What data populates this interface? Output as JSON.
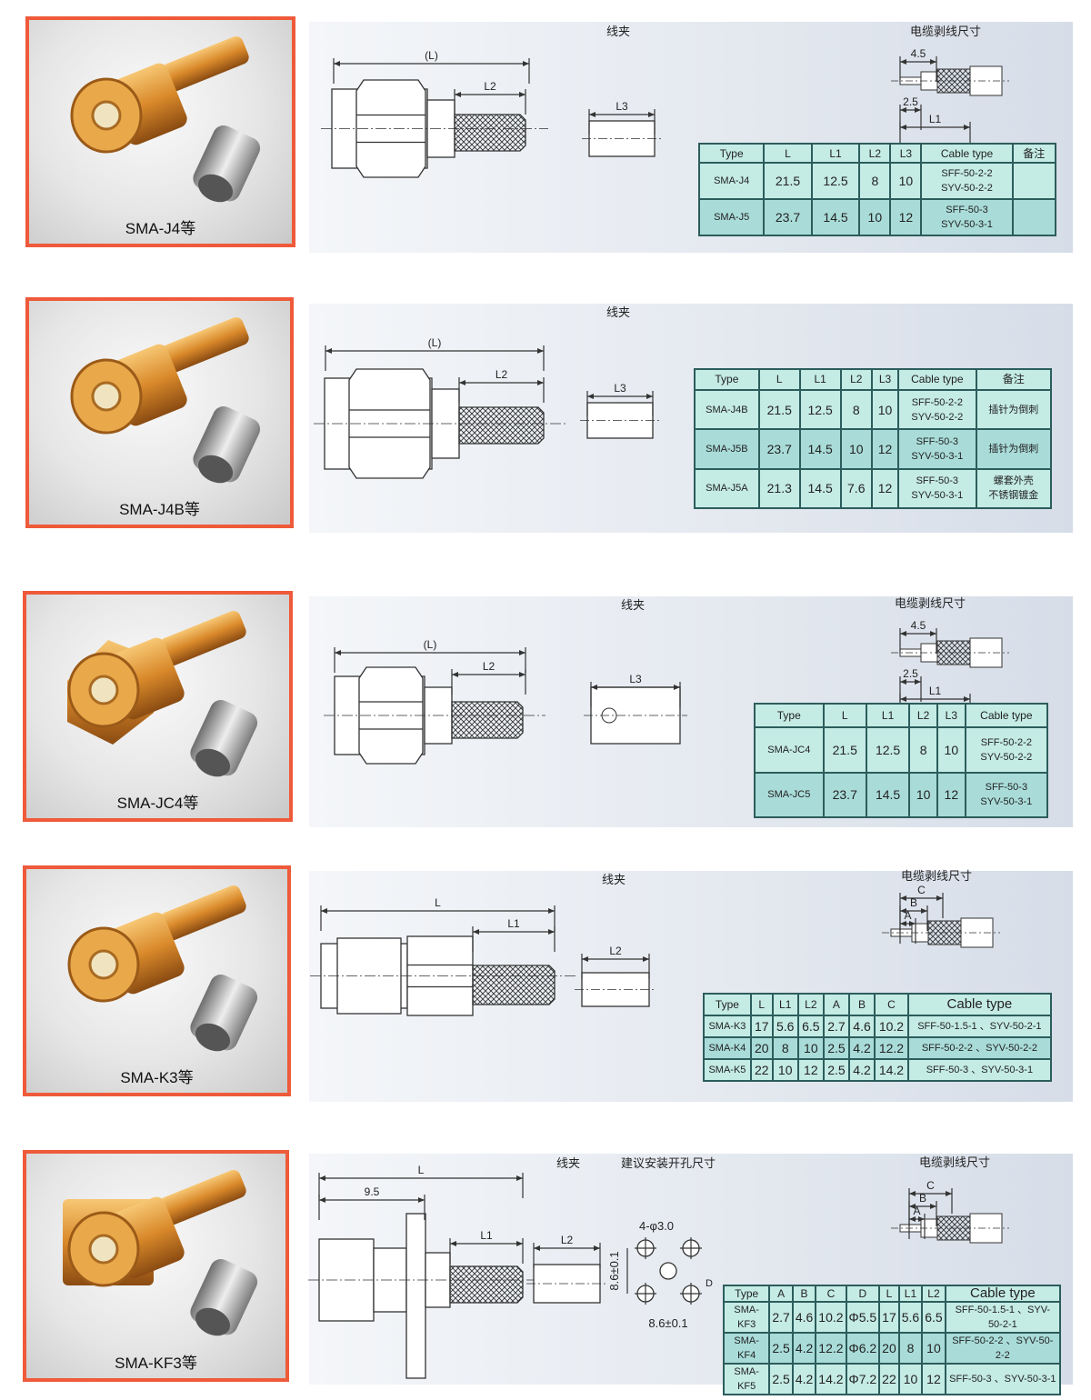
{
  "colors": {
    "frame": "#ee5a3a",
    "table_bg": "#c4ebe4",
    "table_alt": "#a9dcd9",
    "table_border": "#2c5d5c"
  },
  "sections": [
    {
      "caption": "SMA-J4等",
      "clip_label": "线夹",
      "strip_label": "电缆剥线尺寸",
      "dims": {
        "main": "(L)",
        "crimp": "L2",
        "clip": "L3"
      },
      "strip_dims": {
        "d1": "4.5",
        "d2": "2.5",
        "d3": "L1"
      },
      "table": {
        "headers": [
          "Type",
          "L",
          "L1",
          "L2",
          "L3",
          "Cable type",
          "备注"
        ],
        "rows": [
          [
            "SMA-J4",
            "21.5",
            "12.5",
            "8",
            "10",
            "SFF-50-2-2\nSYV-50-2-2",
            ""
          ],
          [
            "SMA-J5",
            "23.7",
            "14.5",
            "10",
            "12",
            "SFF-50-3\nSYV-50-3-1",
            ""
          ]
        ]
      }
    },
    {
      "caption": "SMA-J4B等",
      "clip_label": "线夹",
      "dims": {
        "main": "(L)",
        "crimp": "L2",
        "clip": "L3"
      },
      "table": {
        "headers": [
          "Type",
          "L",
          "L1",
          "L2",
          "L3",
          "Cable type",
          "备注"
        ],
        "rows": [
          [
            "SMA-J4B",
            "21.5",
            "12.5",
            "8",
            "10",
            "SFF-50-2-2\nSYV-50-2-2",
            "插针为倒刺"
          ],
          [
            "SMA-J5B",
            "23.7",
            "14.5",
            "10",
            "12",
            "SFF-50-3\nSYV-50-3-1",
            "插针为倒刺"
          ],
          [
            "SMA-J5A",
            "21.3",
            "14.5",
            "7.6",
            "12",
            "SFF-50-3\nSYV-50-3-1",
            "螺套外壳\n不锈钢镀金"
          ]
        ]
      }
    },
    {
      "caption": "SMA-JC4等",
      "clip_label": "线夹",
      "strip_label": "电缆剥线尺寸",
      "dims": {
        "main": "(L)",
        "crimp": "L2",
        "clip": "L3"
      },
      "strip_dims": {
        "d1": "4.5",
        "d2": "2.5",
        "d3": "L1"
      },
      "table": {
        "headers": [
          "Type",
          "L",
          "L1",
          "L2",
          "L3",
          "Cable type"
        ],
        "rows": [
          [
            "SMA-JC4",
            "21.5",
            "12.5",
            "8",
            "10",
            "SFF-50-2-2\nSYV-50-2-2"
          ],
          [
            "SMA-JC5",
            "23.7",
            "14.5",
            "10",
            "12",
            "SFF-50-3\nSYV-50-3-1"
          ]
        ]
      }
    },
    {
      "caption": "SMA-K3等",
      "clip_label": "线夹",
      "strip_label": "电缆剥线尺寸",
      "dims": {
        "main": "L",
        "crimp": "L1",
        "clip": "L2"
      },
      "strip_dims": {
        "d1": "C",
        "d2": "B",
        "d3": "A"
      },
      "table": {
        "headers": [
          "Type",
          "L",
          "L1",
          "L2",
          "A",
          "B",
          "C",
          "Cable type"
        ],
        "rows": [
          [
            "SMA-K3",
            "17",
            "5.6",
            "6.5",
            "2.7",
            "4.6",
            "10.2",
            "SFF-50-1.5-1 、SYV-50-2-1"
          ],
          [
            "SMA-K4",
            "20",
            "8",
            "10",
            "2.5",
            "4.2",
            "12.2",
            "SFF-50-2-2 、SYV-50-2-2"
          ],
          [
            "SMA-K5",
            "22",
            "10",
            "12",
            "2.5",
            "4.2",
            "14.2",
            "SFF-50-3 、SYV-50-3-1"
          ]
        ]
      }
    },
    {
      "caption": "SMA-KF3等",
      "clip_label": "线夹",
      "install_label": "建议安装开孔尺寸",
      "strip_label": "电缆剥线尺寸",
      "dims": {
        "main": "L",
        "flange": "9.5",
        "crimp": "L1",
        "clip": "L2"
      },
      "hole_dims": {
        "holes": "4-φ3.0",
        "vertical": "8.6±0.1",
        "horizontal": "8.6±0.1",
        "center": "D"
      },
      "strip_dims": {
        "d1": "C",
        "d2": "B",
        "d3": "A"
      },
      "table": {
        "headers": [
          "Type",
          "A",
          "B",
          "C",
          "D",
          "L",
          "L1",
          "L2",
          "Cable type"
        ],
        "rows": [
          [
            "SMA-KF3",
            "2.7",
            "4.6",
            "10.2",
            "Φ5.5",
            "17",
            "5.6",
            "6.5",
            "SFF-50-1.5-1 、SYV-50-2-1"
          ],
          [
            "SMA-KF4",
            "2.5",
            "4.2",
            "12.2",
            "Φ6.2",
            "20",
            "8",
            "10",
            "SFF-50-2-2 、SYV-50-2-2"
          ],
          [
            "SMA-KF5",
            "2.5",
            "4.2",
            "14.2",
            "Φ7.2",
            "22",
            "10",
            "12",
            "SFF-50-3 、SYV-50-3-1"
          ]
        ]
      }
    }
  ]
}
